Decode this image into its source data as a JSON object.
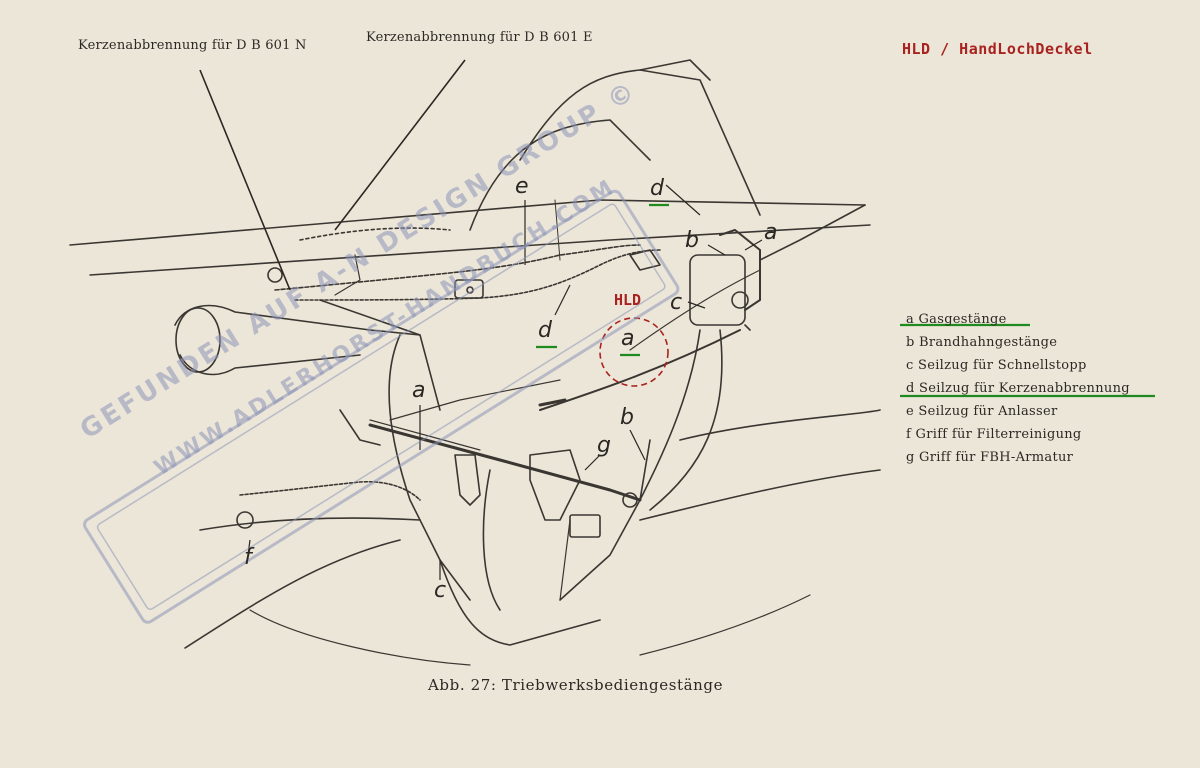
{
  "header": {
    "label_601n": "Kerzenabbrennung für D B 601 N",
    "label_601e": "Kerzenabbrennung für D B 601 E",
    "hld_title": "HLD / HandLochDeckel"
  },
  "diagram": {
    "hld_mark": "HLD",
    "callouts": {
      "e": "e",
      "d_top": "d",
      "b_top": "b",
      "a_top": "a",
      "c_top": "c",
      "d_mid": "d",
      "a_circled": "a",
      "a_left": "a",
      "b_mid": "b",
      "g": "g",
      "f": "f",
      "c_bottom": "c"
    }
  },
  "legend": {
    "items": [
      "a Gasgestänge",
      "b Brandhahngestänge",
      "c Seilzug für Schnellstopp",
      "d Seilzug für Kerzenabbrennung",
      "e Seilzug für Anlasser",
      "f Griff für Filterreinigung",
      "g Griff für FBH-Armatur"
    ]
  },
  "caption": "Abb. 27: Triebwerksbediengestänge",
  "colors": {
    "paper": "#ece6d8",
    "ink": "#2a2724",
    "annotation_red": "#a8231f",
    "annotation_green": "#1f8a1f",
    "stamp": "#8d95b8"
  }
}
